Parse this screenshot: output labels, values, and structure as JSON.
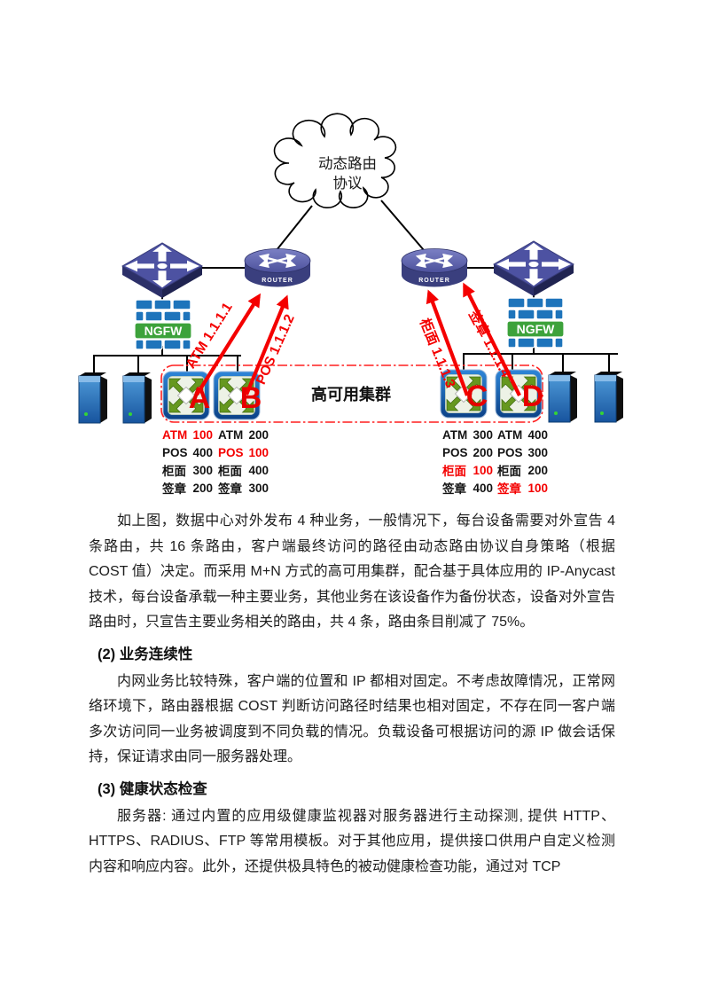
{
  "diagram": {
    "cloud": {
      "line1": "动态路由",
      "line2": "协议"
    },
    "router_label": "ROUTER",
    "ngfw_label": "NGFW",
    "cluster_label": "高可用集群",
    "arrows": [
      {
        "label": "ATM 1.1.1.1",
        "color": "#ff0000"
      },
      {
        "label": "POS 1.1.1.2",
        "color": "#ff0000"
      },
      {
        "label": "柜面 1.1.1.3",
        "color": "#ff0000"
      },
      {
        "label": "签章 1.1.1.4",
        "color": "#ff0000"
      }
    ],
    "devices": [
      {
        "letter": "A",
        "routes": [
          {
            "name": "ATM",
            "cost": "100",
            "primary": true
          },
          {
            "name": "POS",
            "cost": "400",
            "primary": false
          },
          {
            "name": "柜面",
            "cost": "300",
            "primary": false
          },
          {
            "name": "签章",
            "cost": "200",
            "primary": false
          }
        ]
      },
      {
        "letter": "B",
        "routes": [
          {
            "name": "ATM",
            "cost": "200",
            "primary": false
          },
          {
            "name": "POS",
            "cost": "100",
            "primary": true
          },
          {
            "name": "柜面",
            "cost": "400",
            "primary": false
          },
          {
            "name": "签章",
            "cost": "300",
            "primary": false
          }
        ]
      },
      {
        "letter": "C",
        "routes": [
          {
            "name": "ATM",
            "cost": "300",
            "primary": false
          },
          {
            "name": "POS",
            "cost": "200",
            "primary": false
          },
          {
            "name": "柜面",
            "cost": "100",
            "primary": true
          },
          {
            "name": "签章",
            "cost": "400",
            "primary": false
          }
        ]
      },
      {
        "letter": "D",
        "routes": [
          {
            "name": "ATM",
            "cost": "400",
            "primary": false
          },
          {
            "name": "POS",
            "cost": "300",
            "primary": false
          },
          {
            "name": "柜面",
            "cost": "200",
            "primary": false
          },
          {
            "name": "签章",
            "cost": "100",
            "primary": true
          }
        ]
      }
    ],
    "colors": {
      "accent_red": "#ff0000",
      "node_indigo": "#4d52a2",
      "ngfw_green": "#3da23b",
      "brick_blue": "#1e74bb",
      "device_blue": "#1565b8",
      "arrow_green": "#66981f"
    }
  },
  "content": {
    "para1": "如上图，数据中心对外发布 4 种业务，一般情况下，每台设备需要对外宣告 4 条路由，共 16 条路由，客户端最终访问的路径由动态路由协议自身策略（根据 COST 值）决定。而采用 M+N 方式的高可用集群，配合基于具体应用的 IP-Anycast 技术，每台设备承载一种主要业务，其他业务在该设备作为备份状态，设备对外宣告路由时，只宣告主要业务相关的路由，共 4 条，路由条目削减了 75%。",
    "heading2": "(2) 业务连续性",
    "para2": "内网业务比较特殊，客户端的位置和 IP 都相对固定。不考虑故障情况，正常网络环境下，路由器根据 COST 判断访问路径时结果也相对固定，不存在同一客户端多次访问同一业务被调度到不同负载的情况。负载设备可根据访问的源 IP 做会话保持，保证请求由同一服务器处理。",
    "heading3": "(3) 健康状态检查",
    "para3": "服务器: 通过内置的应用级健康监视器对服务器进行主动探测, 提供 HTTP、HTTPS、RADIUS、FTP 等常用模板。对于其他应用，提供接口供用户自定义检测内容和响应内容。此外，还提供极具特色的被动健康检查功能，通过对 TCP"
  }
}
